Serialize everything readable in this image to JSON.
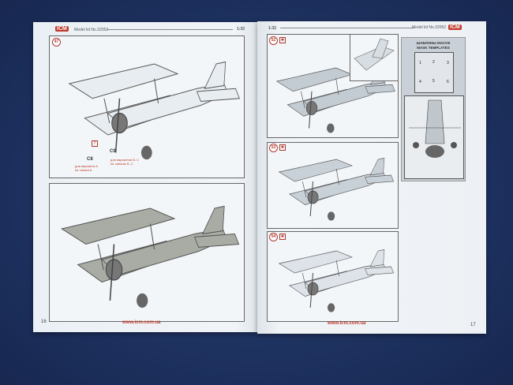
{
  "header": {
    "brand": "ICM",
    "model_kit": "Model kit No.32052",
    "scale": "1:32"
  },
  "left_page": {
    "step": "47",
    "part_box": "7",
    "parts": [
      {
        "code": "C8",
        "ru": "для варианта A",
        "en": "for variant A"
      },
      {
        "code": "C9",
        "ru": "для вариантов B, C",
        "en": "for variants B, C"
      }
    ],
    "page_number": "16",
    "website": "www.icm.com.ua"
  },
  "right_page": {
    "steps": [
      "52",
      "53",
      "54"
    ],
    "mask_templates": {
      "title_ru": "ШАБЛОНЫ МАСОК",
      "title_en": "MASK TEMPLATES",
      "numbers": [
        "1",
        "2",
        "3",
        "4",
        "5",
        "6"
      ]
    },
    "page_number": "17",
    "website": "www.icm.com.ua"
  },
  "colors": {
    "background": "#1f3566",
    "paper": "#eef2f6",
    "accent": "#c0392b"
  }
}
